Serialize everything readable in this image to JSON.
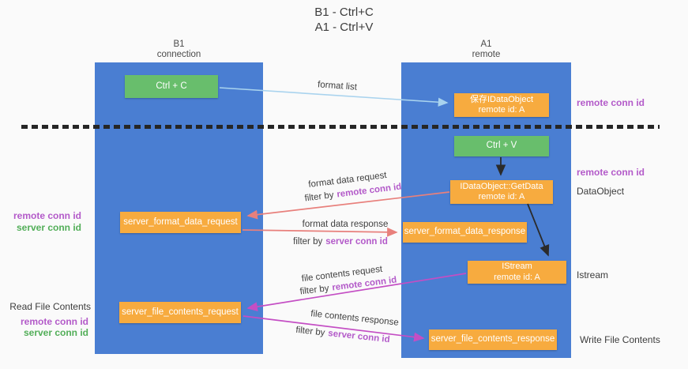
{
  "title": {
    "line1": "B1 - Ctrl+C",
    "line2": "A1 - Ctrl+V"
  },
  "lanes": {
    "left": {
      "title": "B1",
      "subtitle": "connection"
    },
    "right": {
      "title": "A1",
      "subtitle": "remote"
    }
  },
  "nodes": {
    "ctrl_c": {
      "label": "Ctrl + C"
    },
    "save_dataobject": {
      "line1": "保存IDataObject",
      "line2": "remote id: A"
    },
    "ctrl_v": {
      "label": "Ctrl + V"
    },
    "getdata": {
      "line1": "IDataObject::GetData",
      "line2": "remote id: A"
    },
    "format_request": {
      "label": "server_format_data_request"
    },
    "format_response": {
      "label": "server_format_data_response"
    },
    "istream": {
      "line1": "IStream",
      "line2": "remote id: A"
    },
    "file_request": {
      "label": "server_file_contents_request"
    },
    "file_response": {
      "label": "server_file_contents_response"
    }
  },
  "edge_labels": {
    "format_list": "format list",
    "format_data_request": "format data request",
    "format_data_response": "format data response",
    "file_contents_request": "file contents request",
    "file_contents_response": "file contents response",
    "filter_by": "filter by",
    "remote_conn_id": "remote conn id",
    "server_conn_id": "server conn id"
  },
  "side_labels": {
    "left": {
      "remote_conn_id": "remote conn id",
      "server_conn_id": "server conn id",
      "read_file_contents": "Read File Contents"
    },
    "right": {
      "remote_conn_id_top": "remote conn id",
      "remote_conn_id_mid": "remote conn id",
      "dataobject": "DataObject",
      "istream": "Istream",
      "write_file_contents": "Write File Contents"
    }
  },
  "colors": {
    "lane_blue": "#4a7ed2",
    "node_orange": "#f7ab3f",
    "node_green": "#68be6c",
    "arrow_salmon": "#e8807c",
    "arrow_magenta": "#c44ec4",
    "arrow_light_blue": "#a9d3ee",
    "arrow_black": "#2b2b2b",
    "text_purple": "#b35ac9",
    "text_green": "#52ae58"
  }
}
